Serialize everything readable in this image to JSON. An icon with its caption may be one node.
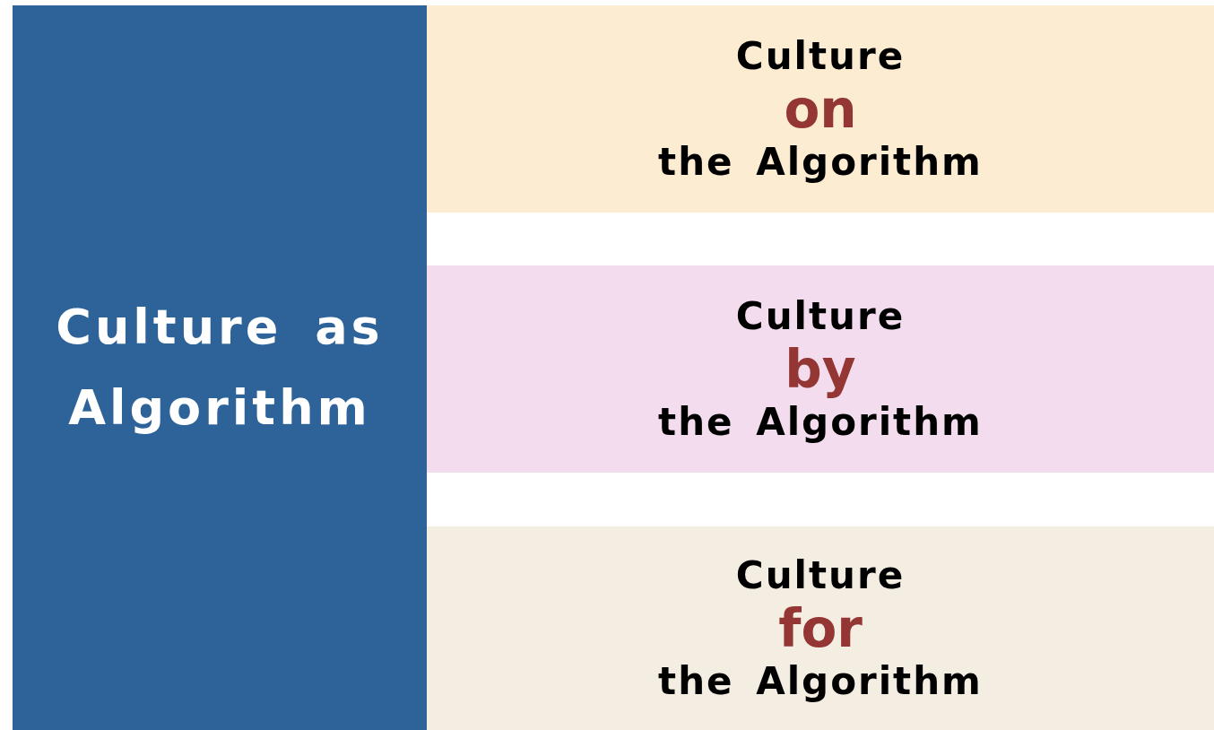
{
  "diagram": {
    "nodes": [
      {
        "text": [
          "Culture as Algorithm"
        ]
      },
      {
        "text": [
          "Culture",
          "on",
          "the Algorithm"
        ]
      },
      {
        "text": [
          "Culture",
          "by",
          "the Algorithm"
        ]
      },
      {
        "text": [
          "Culture",
          "for",
          "the Algorithm"
        ]
      }
    ]
  }
}
